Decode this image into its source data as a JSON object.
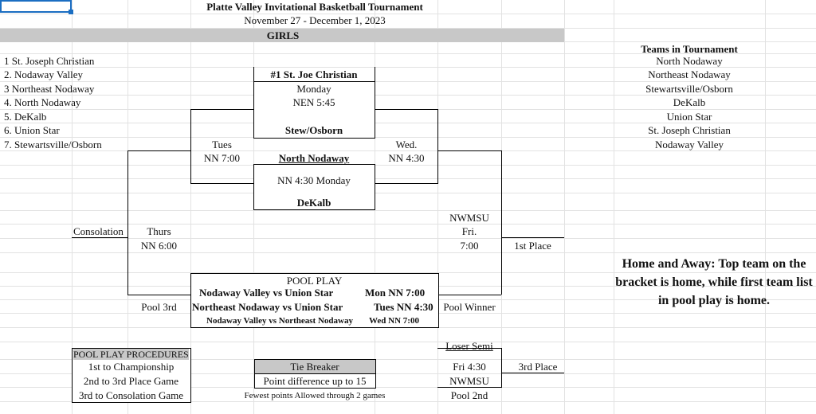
{
  "header": {
    "title": "Platte Valley Invitational Basketball Tournament",
    "dates": "November 27 - December 1, 2023",
    "division": "GIRLS"
  },
  "seeds": [
    "1 St. Joseph Christian",
    "2. Nodaway Valley",
    "3 Northeast Nodaway",
    "4. North Nodaway",
    "5. DeKalb",
    "6. Union Star",
    "7. Stewartsville/Osborn"
  ],
  "teams_box": {
    "heading": "Teams in Tournament",
    "teams": [
      "North Nodaway",
      "Northeast Nodaway",
      "Stewartsville/Osborn",
      "DeKalb",
      "Union Star",
      "St. Joseph Christian",
      "Nodaway Valley"
    ]
  },
  "bracket": {
    "top_seed": "#1  St. Joe Christian",
    "top_day": "Monday",
    "top_time": "NEN 5:45",
    "stew": "Stew/Osborn",
    "north": "North Nodaway",
    "mid_time": "NN 4:30 Monday",
    "dekalb": "DeKalb",
    "tues": "Tues",
    "tues_time": "NN 7:00",
    "wed": "Wed.",
    "wed_time": "NN 4:30",
    "thurs": "Thurs",
    "thurs_time": "NN 6:00",
    "consolation": "Consolation",
    "nwmsu": "NWMSU",
    "fri": "Fri.",
    "fri_time": "7:00",
    "first_place": "1st Place",
    "pool_3rd": "Pool 3rd",
    "pool_winner": "Pool Winner",
    "loser_semi": "Loser Semi",
    "fri_430": "Fri 4:30",
    "nwmsu2": "NWMSU",
    "pool_2nd": "Pool 2nd",
    "third_place": "3rd Place"
  },
  "pool_play": {
    "heading": "POOL PLAY",
    "games": [
      {
        "matchup": "Nodaway Valley vs Union Star",
        "time": "Mon NN 7:00"
      },
      {
        "matchup": "Northeast Nodaway vs Union Star",
        "time": "Tues NN 4:30"
      },
      {
        "matchup": "Nodaway Valley vs Northeast Nodaway",
        "time": "Wed NN 7:00"
      }
    ]
  },
  "procedures": {
    "heading": "POOL PLAY PROCEDURES",
    "items": [
      "1st to Championship",
      "2nd to 3rd Place Game",
      "3rd to Consolation Game"
    ]
  },
  "tie_breaker": {
    "heading": "Tie Breaker",
    "rule1": "Point difference up to 15",
    "rule2": "Fewest points Allowed through 2 games"
  },
  "note": "Home and Away: Top team on the bracket is home, while first team list in pool play is home.",
  "colors": {
    "band": "#c8c8c8",
    "gridline": "#e2e2e2",
    "selection": "#1b6ec2"
  }
}
